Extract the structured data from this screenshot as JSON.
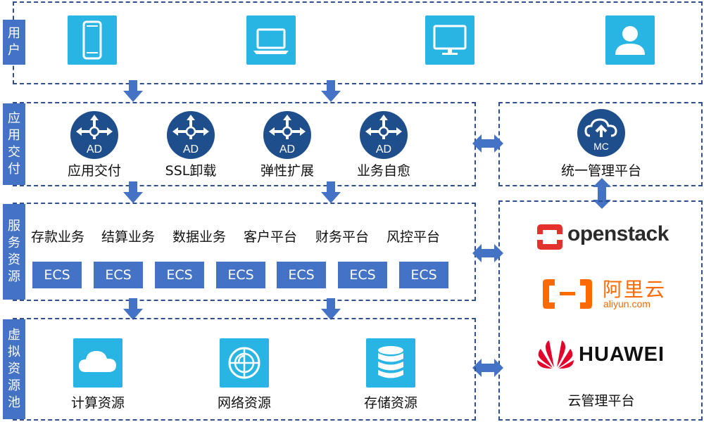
{
  "lanes": {
    "users": "用户",
    "app_delivery": "应用交付",
    "service_resources": "服务资源",
    "virtual_pool": "虚拟资源池"
  },
  "users": {
    "items": [
      {
        "icon": "phone-icon"
      },
      {
        "icon": "laptop-icon"
      },
      {
        "icon": "monitor-icon"
      },
      {
        "icon": "user-icon"
      }
    ]
  },
  "app_delivery": {
    "nodes": [
      {
        "badge": "AD",
        "label": "应用交付"
      },
      {
        "badge": "AD",
        "label": "SSL卸载"
      },
      {
        "badge": "AD",
        "label": "弹性扩展"
      },
      {
        "badge": "AD",
        "label": "业务自愈"
      }
    ]
  },
  "management": {
    "badge": "MC",
    "label": "统一管理平台"
  },
  "services": {
    "business": [
      "存款业务",
      "结算业务",
      "数据业务",
      "客户平台",
      "财务平台",
      "风控平台"
    ],
    "ecs": [
      "ECS",
      "ECS",
      "ECS",
      "ECS",
      "ECS",
      "ECS",
      "ECS"
    ]
  },
  "virtual": {
    "items": [
      {
        "icon": "cloud-icon",
        "label": "计算资源"
      },
      {
        "icon": "network-globe-icon",
        "label": "网络资源"
      },
      {
        "icon": "database-icon",
        "label": "存储资源"
      }
    ]
  },
  "cloud": {
    "openstack": "openstack",
    "aliyun_cn": "阿里云",
    "aliyun_en": "aliyun.com",
    "huawei": "HUAWEI",
    "label": "云管理平台"
  },
  "colors": {
    "lane": "#4472c4",
    "tile": "#29b5e3",
    "ad_circle": "#1f4e8c",
    "dashed": "#2f4f8f",
    "openstack": "#e4312b",
    "aliyun": "#ff6a00",
    "huawei": "#e4002b"
  }
}
